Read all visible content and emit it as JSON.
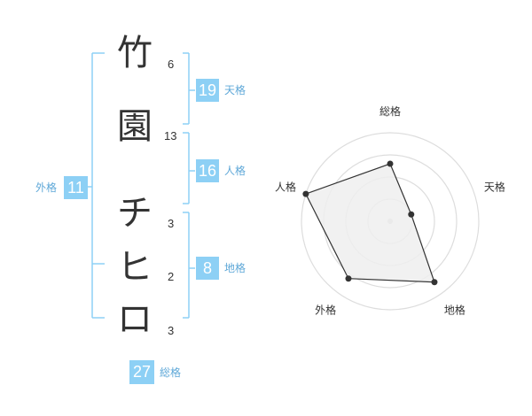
{
  "name_chars": [
    {
      "char": "竹",
      "strokes": "6"
    },
    {
      "char": "園",
      "strokes": "13"
    },
    {
      "char": "チ",
      "strokes": "3"
    },
    {
      "char": "ヒ",
      "strokes": "2"
    },
    {
      "char": "ロ",
      "strokes": "3"
    }
  ],
  "kakusu": {
    "tenkaku": {
      "value": "19",
      "label": "天格"
    },
    "jinkaku": {
      "value": "16",
      "label": "人格"
    },
    "chikaku": {
      "value": "8",
      "label": "地格"
    },
    "gaikaku": {
      "value": "11",
      "label": "外格"
    },
    "soukaku": {
      "value": "27",
      "label": "総格"
    }
  },
  "radar": {
    "axes": [
      "総格",
      "天格",
      "地格",
      "外格",
      "人格"
    ],
    "values": [
      0.65,
      0.25,
      0.85,
      0.8,
      1.0
    ],
    "rings": 4,
    "color": "#333333",
    "fill": "#eeeeee",
    "grid_color": "#dddddd"
  },
  "colors": {
    "bracket": "#8dd0f5",
    "badge": "#8dd0f5",
    "badge_label": "#5fa8d8"
  }
}
